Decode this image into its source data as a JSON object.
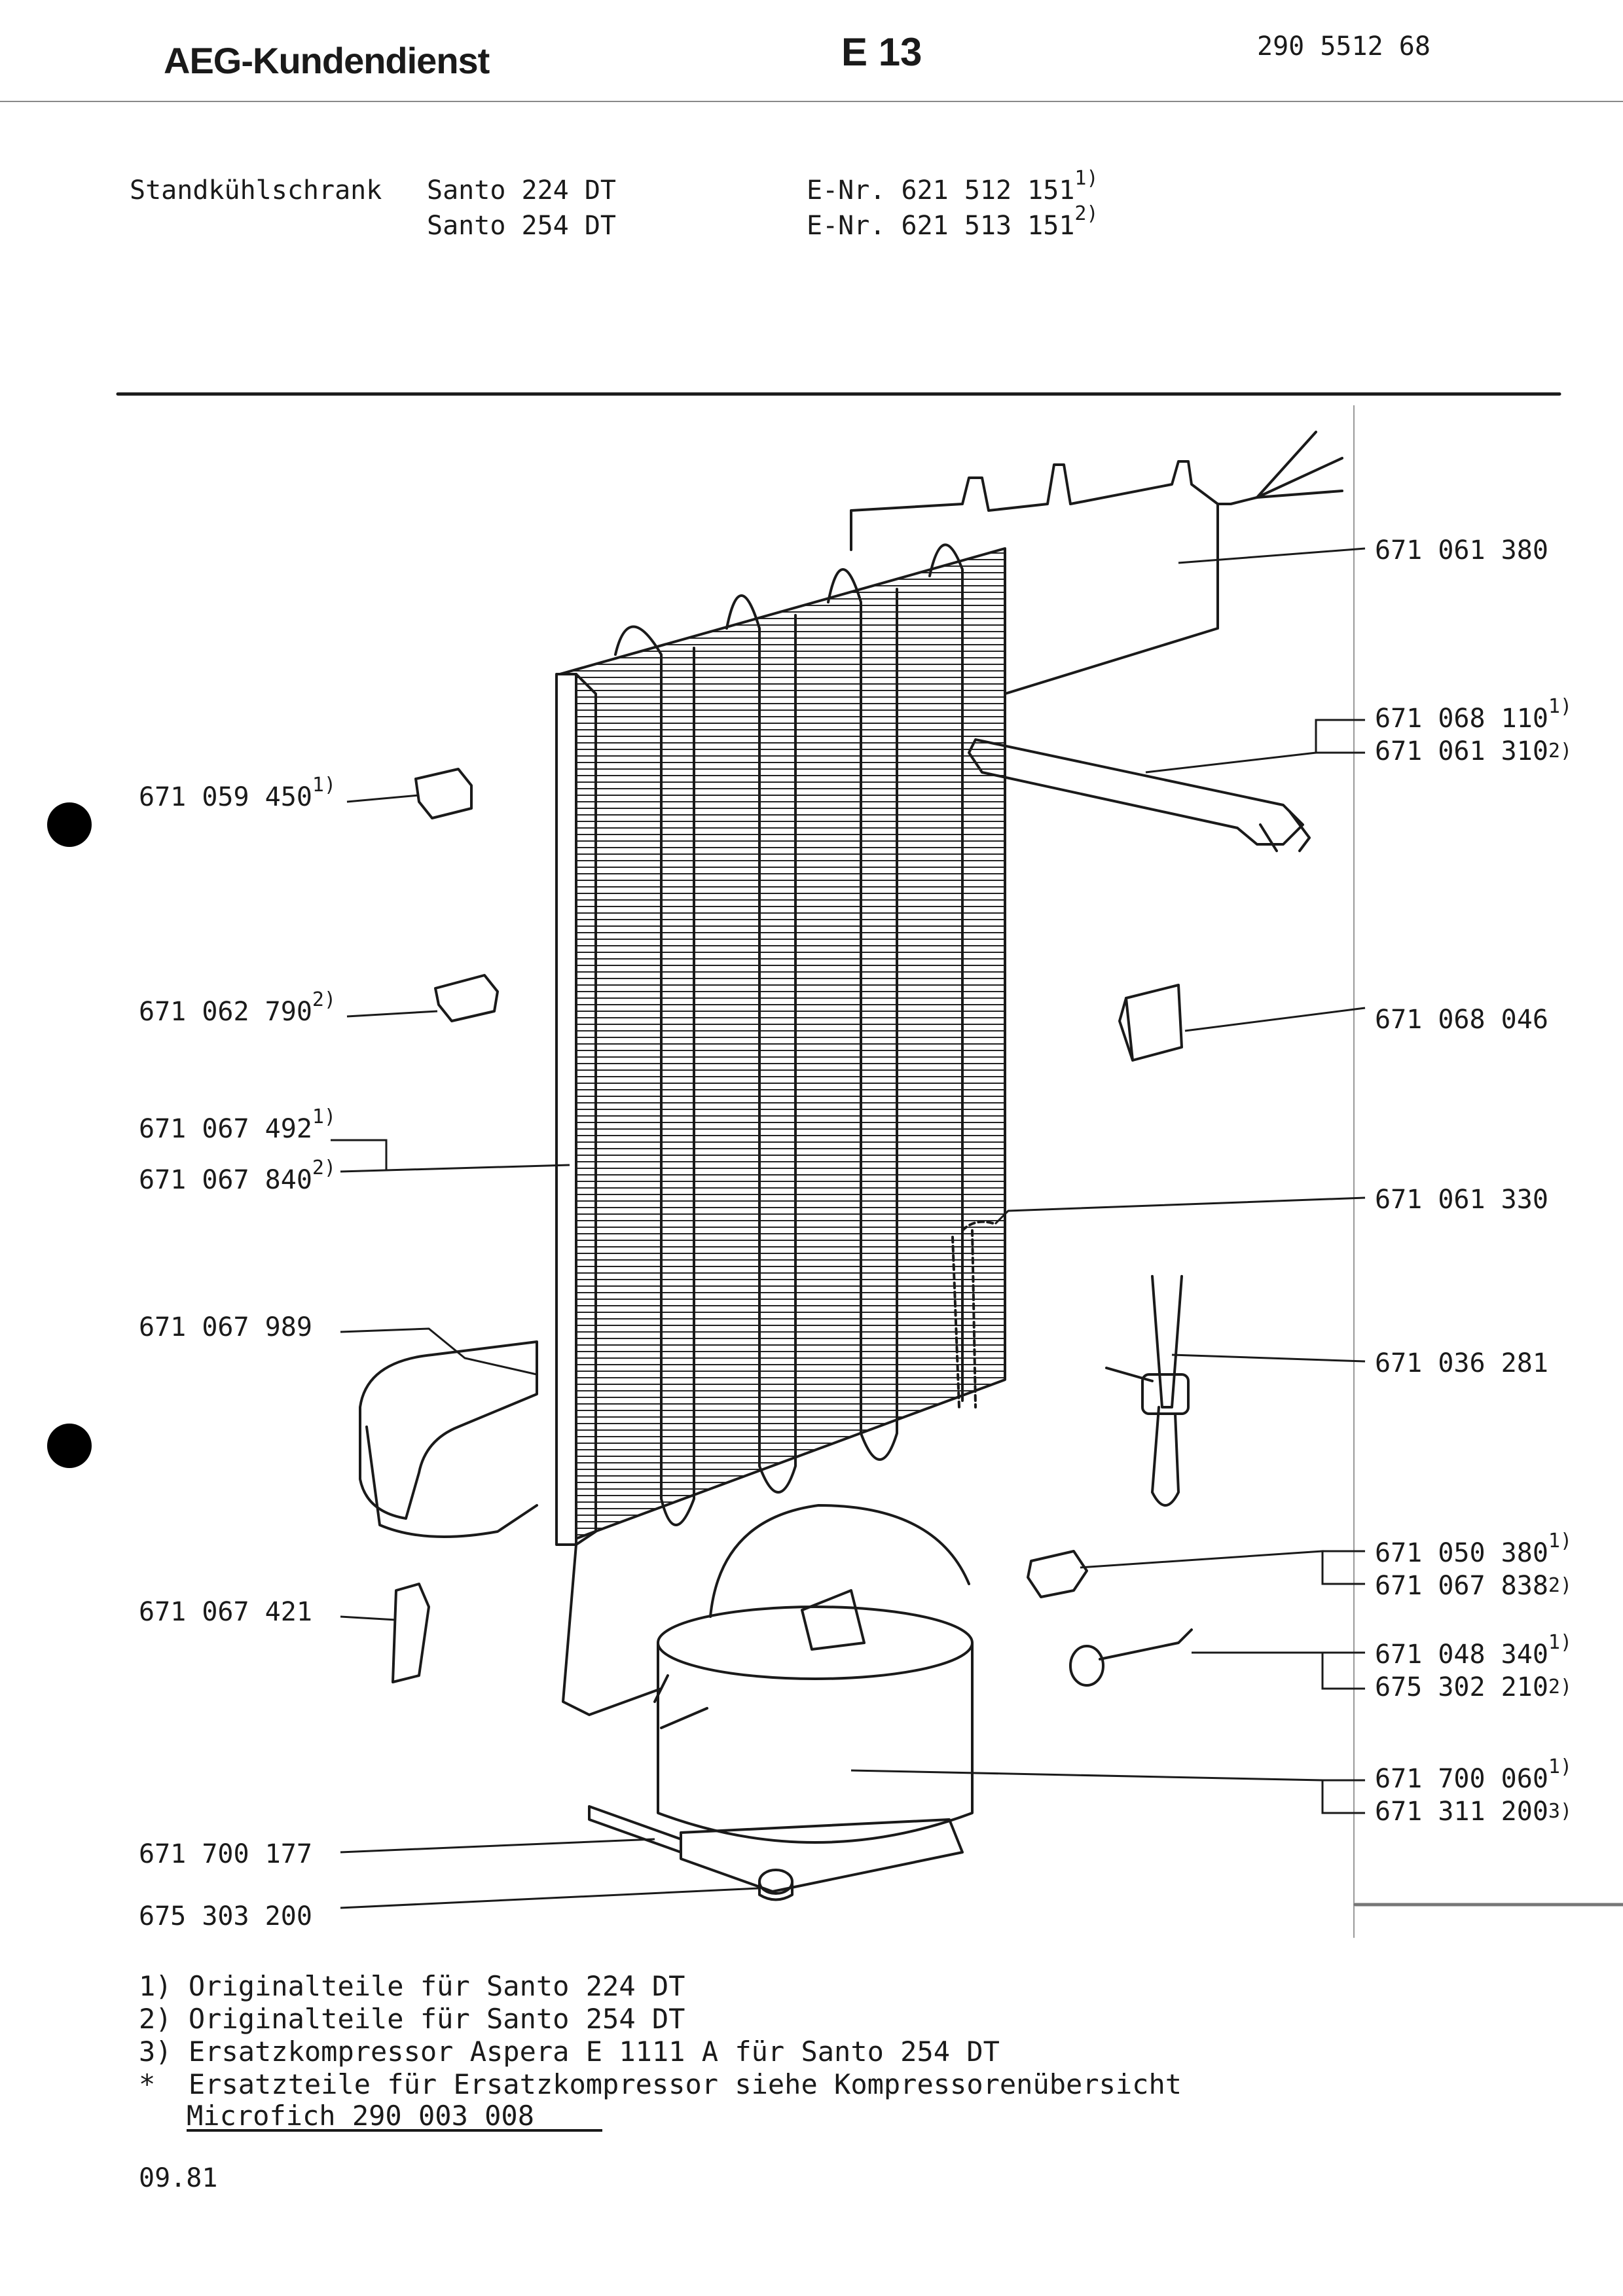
{
  "header": {
    "brand": "AEG-Kundendienst",
    "page_code": "E 13",
    "doc_number": "290 5512 68"
  },
  "title_block": {
    "appliance": "Standkühlschrank",
    "models": [
      {
        "name": "Santo 224 DT",
        "e_nr_label": "E-Nr.",
        "e_nr": "621 512 151",
        "ref": "1)"
      },
      {
        "name": "Santo 254 DT",
        "e_nr_label": "E-Nr.",
        "e_nr": "621 513 151",
        "ref": "2)"
      }
    ]
  },
  "parts_left": [
    {
      "number": "671 059 450",
      "ref": "1)"
    },
    {
      "number": "671 062 790",
      "ref": "2)"
    },
    {
      "number": "671 067 492",
      "ref": "1)"
    },
    {
      "number": "671 067 840",
      "ref": "2)"
    },
    {
      "number": "671 067 989",
      "ref": ""
    },
    {
      "number": "671 067 421",
      "ref": ""
    },
    {
      "number": "671 700 177",
      "ref": ""
    },
    {
      "number": "675 303 200",
      "ref": ""
    }
  ],
  "parts_right": [
    {
      "number": "671 061 380",
      "ref": ""
    },
    {
      "number": "671 068 110",
      "ref": "1)"
    },
    {
      "number": "671 061 310",
      "ref": "2)"
    },
    {
      "number": "671 068 046",
      "ref": ""
    },
    {
      "number": "671 061 330",
      "ref": ""
    },
    {
      "number": "671 036 281",
      "ref": ""
    },
    {
      "number": "671 050 380",
      "ref": "1)"
    },
    {
      "number": "671 067 838",
      "ref": "2)"
    },
    {
      "number": "671 048 340",
      "ref": "1)"
    },
    {
      "number": "675 302 210",
      "ref": "2)"
    },
    {
      "number": "671 700 060",
      "ref": "1)"
    },
    {
      "number": "671 311 200",
      "ref": "3)"
    }
  ],
  "footnotes": [
    {
      "mark": "1)",
      "text": "Originalteile für Santo 224 DT"
    },
    {
      "mark": "2)",
      "text": "Originalteile für Santo 254 DT"
    },
    {
      "mark": "3)",
      "text": "Ersatzkompressor Aspera E 1111 A für Santo 254 DT"
    },
    {
      "mark": "*",
      "text": "Ersatzteile für Ersatzkompressor siehe Kompressorenübersicht"
    }
  ],
  "microfiche": "Microfich 290 003 008",
  "date_code": "09.81"
}
